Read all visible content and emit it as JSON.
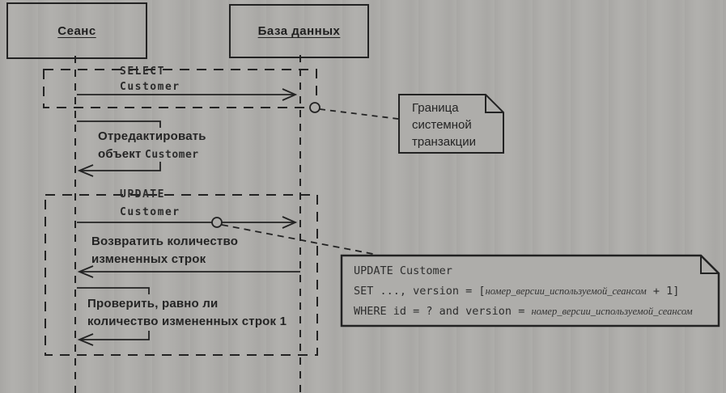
{
  "actors": {
    "session": "Сеанс",
    "database": "База данных"
  },
  "messages": {
    "select_line1": "SELECT",
    "select_line2": "Customer",
    "edit_line1": "Отредактировать",
    "edit_line2_ru": "объект",
    "edit_line2_code": "Customer",
    "update_line1": "UPDATE",
    "update_line2": "Customer",
    "rows_line1": "Возвратить количество",
    "rows_line2": "измененных строк",
    "check_line1": "Проверить, равно ли",
    "check_line2": "количество измененных строк 1"
  },
  "notes": {
    "boundary": {
      "line1": "Граница",
      "line2": "системной",
      "line3": "транзакции"
    },
    "sql": {
      "line1": "UPDATE Customer",
      "line2_code": "SET ..., version = [",
      "line2_var": "номер_версии_используемой_сеансом",
      "line2_tail": " + 1]",
      "line3_code": "WHERE id = ? and version = ",
      "line3_var": "номер_версии_используемой_сеансом"
    }
  },
  "colors": {
    "background": "#aeadaa",
    "ink": "#222222"
  }
}
